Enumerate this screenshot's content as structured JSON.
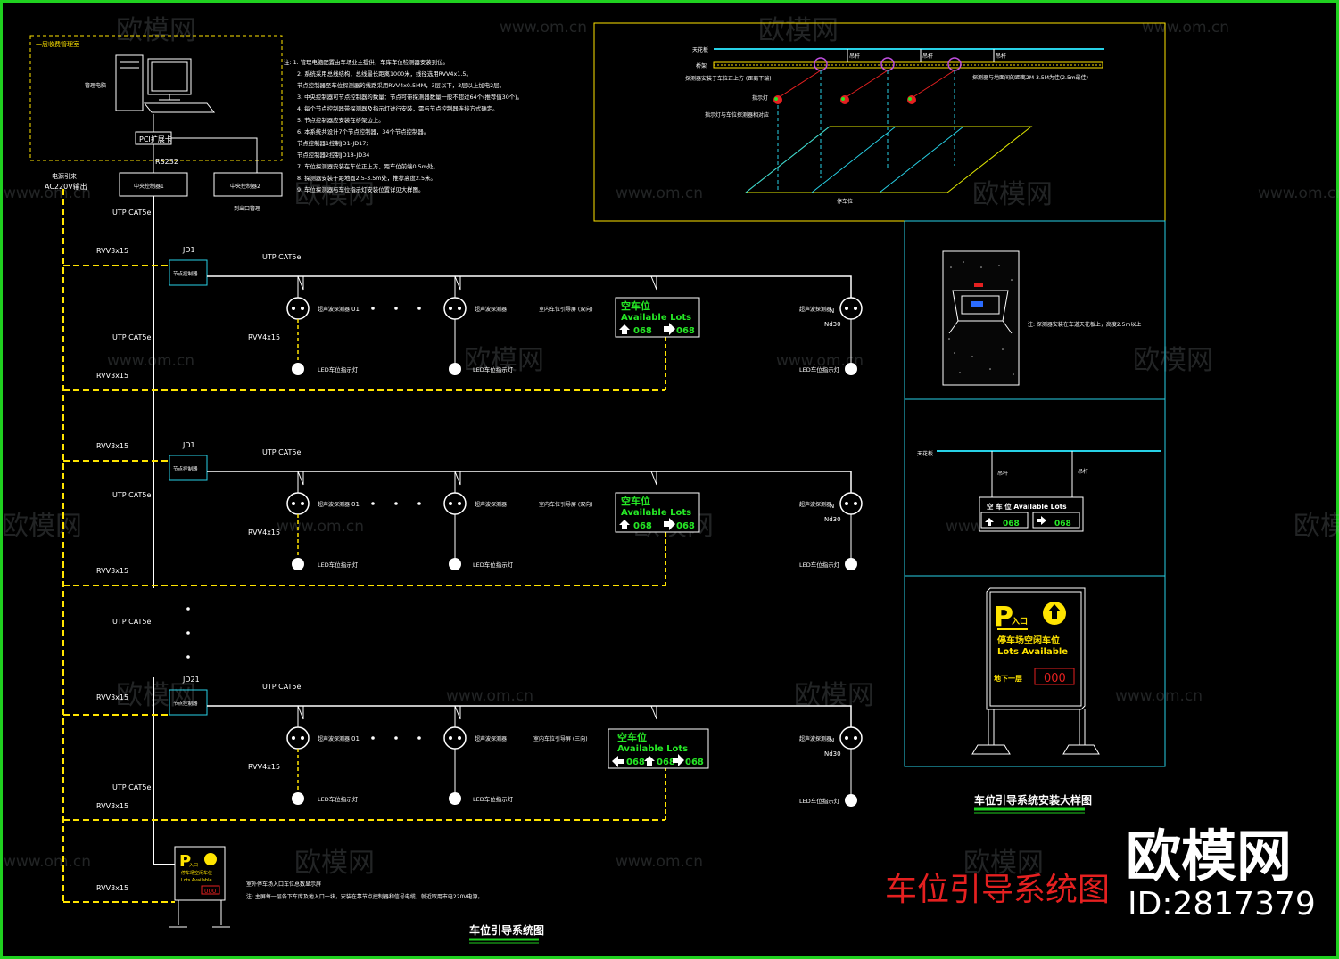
{
  "watermark": {
    "brand": "欧模网",
    "site": "www.om.cn",
    "id_label": "ID:2817379"
  },
  "main_title": "车位引导系统图",
  "bottom_caption": "车位引导系统图",
  "install_caption": "车位引导系统安装大样图",
  "control_room": {
    "label": "一层收费管理室",
    "computer_label": "管理电脑",
    "pci_card": "PCI扩展卡",
    "rs232": "RS232",
    "central_controller_1": "中央控制器1",
    "central_controller_2": "中央控制器2",
    "power_label_1": "AC220V输出",
    "power_label_0": "电源引来",
    "exit_note": "到出口管理"
  },
  "notes": [
    "注: 1. 管理电脑配置由车场业主提供，车库车位检测器安装到位。",
    "2. 系统采用总线结构，总线最长距离1000米，线径选用RVV4x1.5。",
    "节点控制器至车位探测器的线路采用RVV4x0.5MM，3层以下，3层以上加电2层。",
    "3. 中央控制器可节点控制器的数量：节点可带探测器数量一般不超过64个(推荐值30个)。",
    "4. 每个节点控制器带探测器及指示灯进行安装，需与节点控制器连接方式确定。",
    "5. 节点控制器应安装在桥架边上。",
    "6. 本系统共设计7个节点控制器，34个节点控制器。",
    "节点控制器1控制JD1-JD17;",
    "节点控制器2控制JD18-JD34",
    "7. 车位探测器安装在车位正上方，距车位前端0.5m处。",
    "8. 探测器安装于距地面2.5-3.5m处，推荐高度2.5米。",
    "9. 车位探测器与车位指示灯安装位置详见大样图。"
  ],
  "bus": {
    "utp_label": "UTP CAT5e",
    "rvv3": "RVV3x15",
    "rvv4": "RVV4x15",
    "node_ctrl": "节点控制器",
    "detector": "超声波探测器",
    "led": "LED车位指示灯",
    "info_screen": "室内车位引导屏 (双向)",
    "info_screen_3": "室内车位引导屏 (三向)",
    "n_label": "N",
    "nd30": "Nd30",
    "seq_01": "01",
    "rows": [
      {
        "jd": "JD1"
      },
      {
        "jd": "JD1"
      },
      {
        "jd": "JD21"
      }
    ]
  },
  "screen": {
    "title": "空车位",
    "subtitle": "Available Lots",
    "count": "068"
  },
  "entry_sign": {
    "letter": "P",
    "entry": "入口",
    "line1": "停车场空闲车位",
    "line2": "Lots Available",
    "floor": "地下一层",
    "count": "000",
    "note1": "室外停车场入口车位总数显示屏",
    "note2": "注: 主屏每一层各下车库及地入口一块，安装在靠节点控制器和信号电缆，就近取用市电220V电源。"
  },
  "detail_top": {
    "ceiling": "天花板",
    "bracket": "吊杆",
    "trunk": "桥架",
    "note_a": "探测器安装于车位正上方 (距离下端)",
    "note_b": "探测器与地面间的距离2M-3.5M为佳(2.5m最佳)",
    "led_label": "指示灯",
    "led_note": "指示灯与车位探测器相对应",
    "parking": "停车位"
  },
  "detail_mid": {
    "note": "注: 探测器安装在车道天花板上，高度2.5m以上"
  },
  "detail_mid2": {
    "ceiling": "天花板",
    "rod": "吊杆",
    "screen_text": "空 车 位 Available Lots",
    "count": "068"
  },
  "colors": {
    "frame": "#1fd11f",
    "yellow": "#ffe400",
    "cyan": "#27d1e6",
    "white": "#ffffff",
    "red": "#e52020",
    "green_text": "#26e826"
  }
}
